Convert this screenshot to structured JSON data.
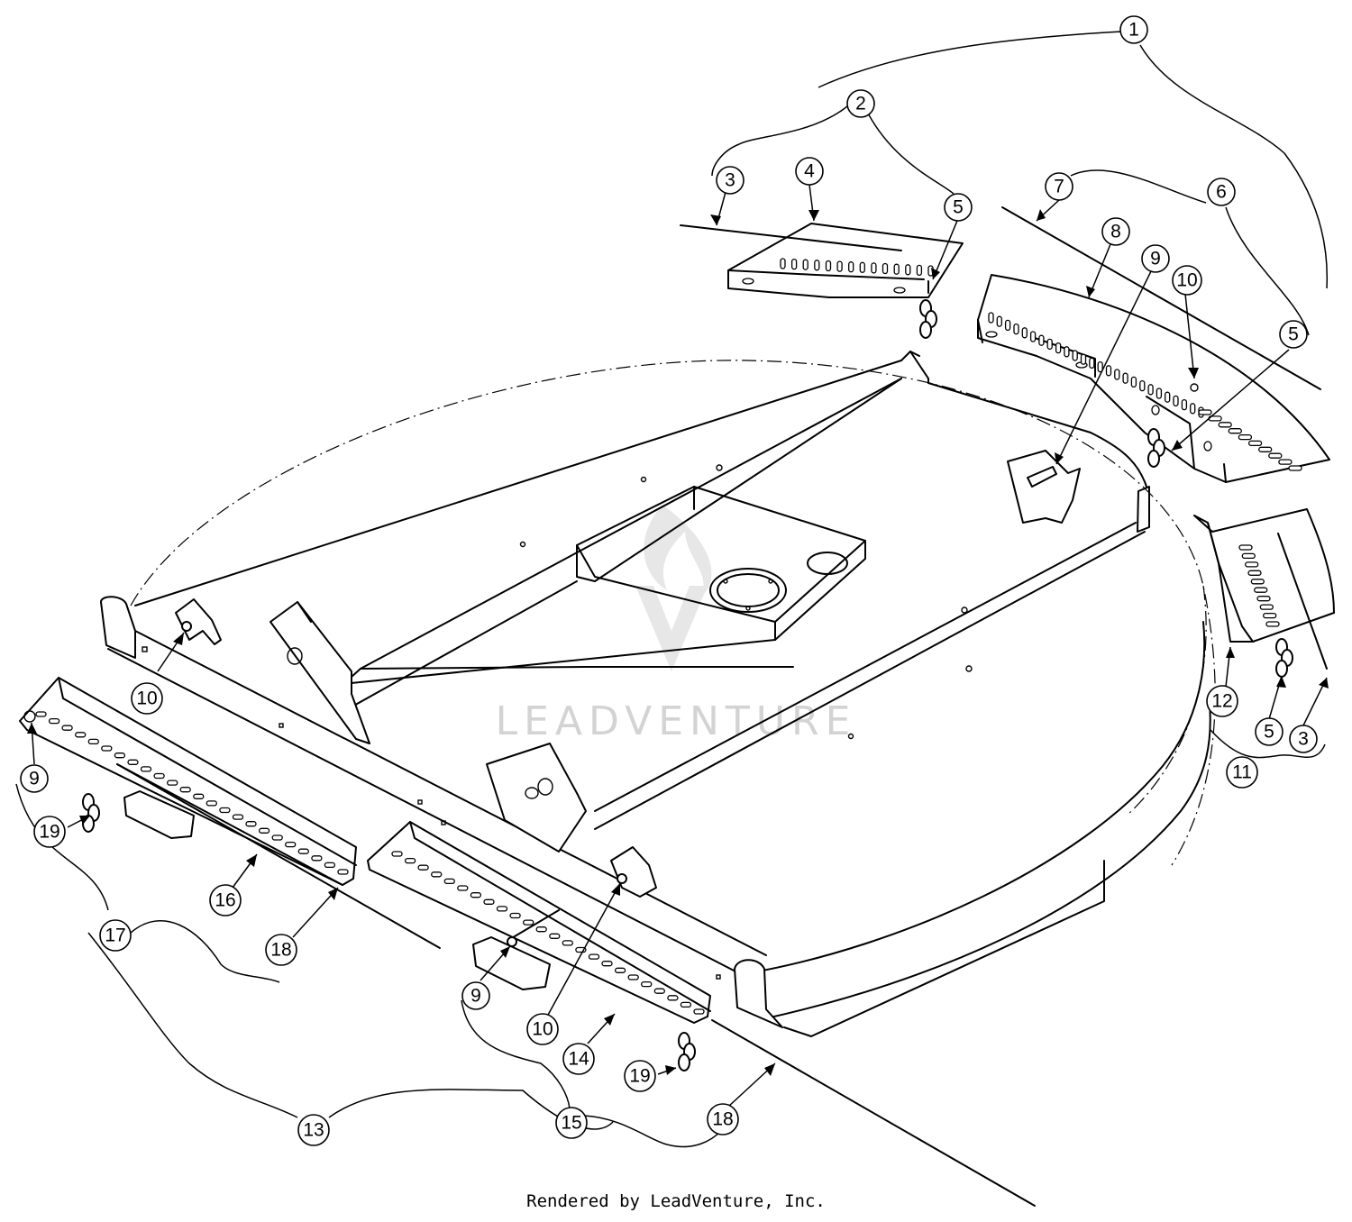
{
  "diagram": {
    "watermark": "LEADVENTURE",
    "credit": "Rendered by LeadVenture, Inc.",
    "callouts": [
      {
        "id": "c1",
        "label": "1"
      },
      {
        "id": "c2",
        "label": "2"
      },
      {
        "id": "c3a",
        "label": "3"
      },
      {
        "id": "c4",
        "label": "4"
      },
      {
        "id": "c5a",
        "label": "5"
      },
      {
        "id": "c7",
        "label": "7"
      },
      {
        "id": "c6",
        "label": "6"
      },
      {
        "id": "c8",
        "label": "8"
      },
      {
        "id": "c9a",
        "label": "9"
      },
      {
        "id": "c10a",
        "label": "10"
      },
      {
        "id": "c5b",
        "label": "5"
      },
      {
        "id": "c10b",
        "label": "10"
      },
      {
        "id": "c12",
        "label": "12"
      },
      {
        "id": "c5c",
        "label": "5"
      },
      {
        "id": "c3b",
        "label": "3"
      },
      {
        "id": "c11",
        "label": "11"
      },
      {
        "id": "c9b",
        "label": "9"
      },
      {
        "id": "c19a",
        "label": "19"
      },
      {
        "id": "c16",
        "label": "16"
      },
      {
        "id": "c17",
        "label": "17"
      },
      {
        "id": "c18a",
        "label": "18"
      },
      {
        "id": "c9c",
        "label": "9"
      },
      {
        "id": "c10c",
        "label": "10"
      },
      {
        "id": "c14",
        "label": "14"
      },
      {
        "id": "c19b",
        "label": "19"
      },
      {
        "id": "c13",
        "label": "13"
      },
      {
        "id": "c15",
        "label": "15"
      },
      {
        "id": "c18b",
        "label": "18"
      }
    ]
  }
}
